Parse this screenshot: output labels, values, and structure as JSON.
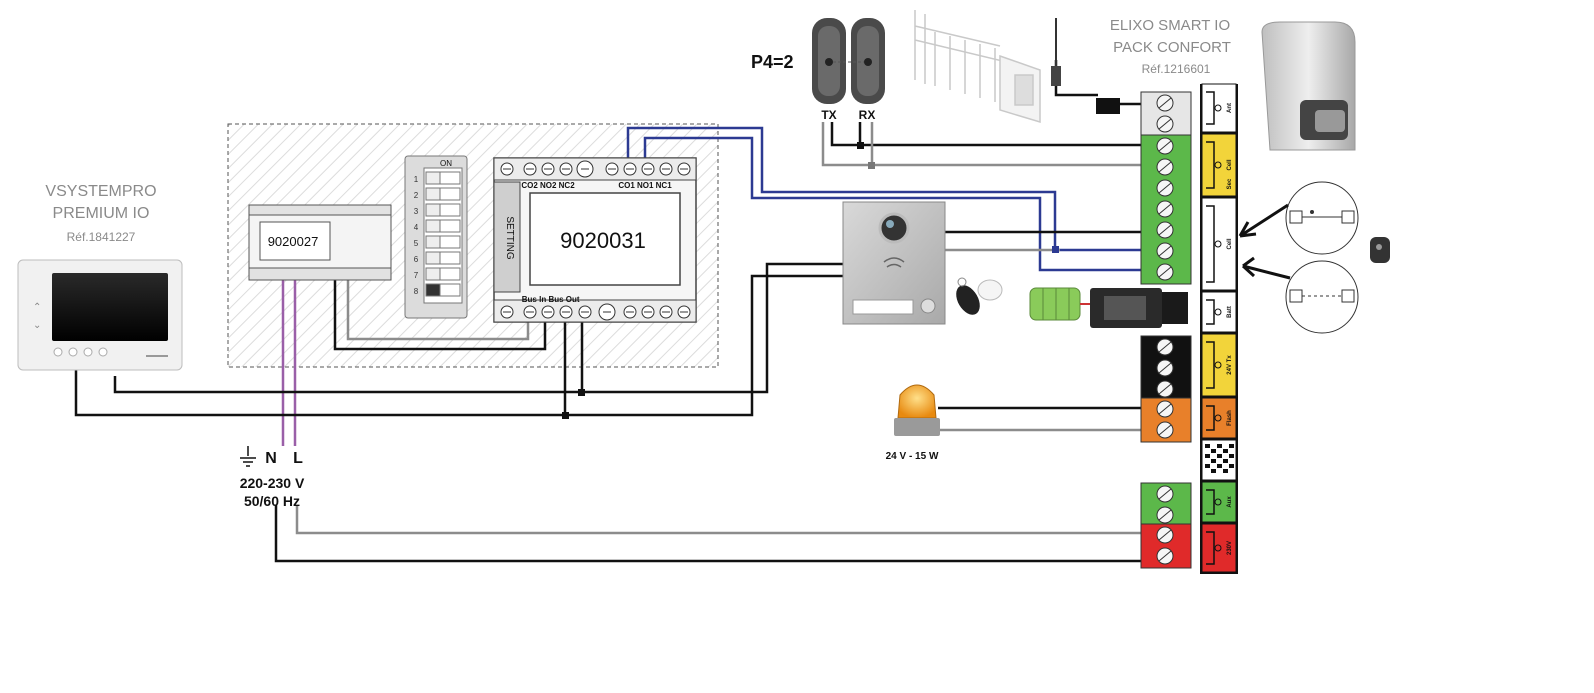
{
  "monitor": {
    "name_line1": "VSYSTEMPRO",
    "name_line2": "PREMIUM IO",
    "ref": "Réf.1841227"
  },
  "modules": {
    "power_supply_code": "9020027",
    "relay_module_code": "9020031",
    "setting_label": "SETTING",
    "terminals_top_left": "CO2  NO2  NC2",
    "terminals_top_right": "CO1  NO1  NC1",
    "bus_in": "Bus In",
    "bus_out": "Bus Out",
    "dip_on": "ON",
    "dip_numbers": [
      "1",
      "2",
      "3",
      "4",
      "5",
      "6",
      "7",
      "8"
    ]
  },
  "mains": {
    "n_label": "N",
    "l_label": "L",
    "voltage": "220-230 V",
    "frequency": "50/60 Hz"
  },
  "photocells": {
    "setting": "P4=2",
    "tx": "TX",
    "rx": "RX"
  },
  "motor": {
    "name_line1": "ELIXO SMART IO",
    "name_line2": "PACK CONFORT",
    "ref": "Réf.1216601"
  },
  "flash": {
    "spec": "24 V - 15 W"
  },
  "terminal_strip": {
    "labels": [
      "Ant",
      "Cell",
      "Sec",
      "Cell",
      "Batt",
      "24V Tx",
      "Flash",
      "Aux",
      "230V"
    ]
  },
  "colors": {
    "green": "#5cb84a",
    "orange": "#e8802a",
    "red": "#e02a2a",
    "black": "#111111",
    "yellow": "#f2d43a",
    "wire_blue": "#2c3a92",
    "wire_purple": "#9a5fa8",
    "wire_gray": "#8c8c8c"
  }
}
